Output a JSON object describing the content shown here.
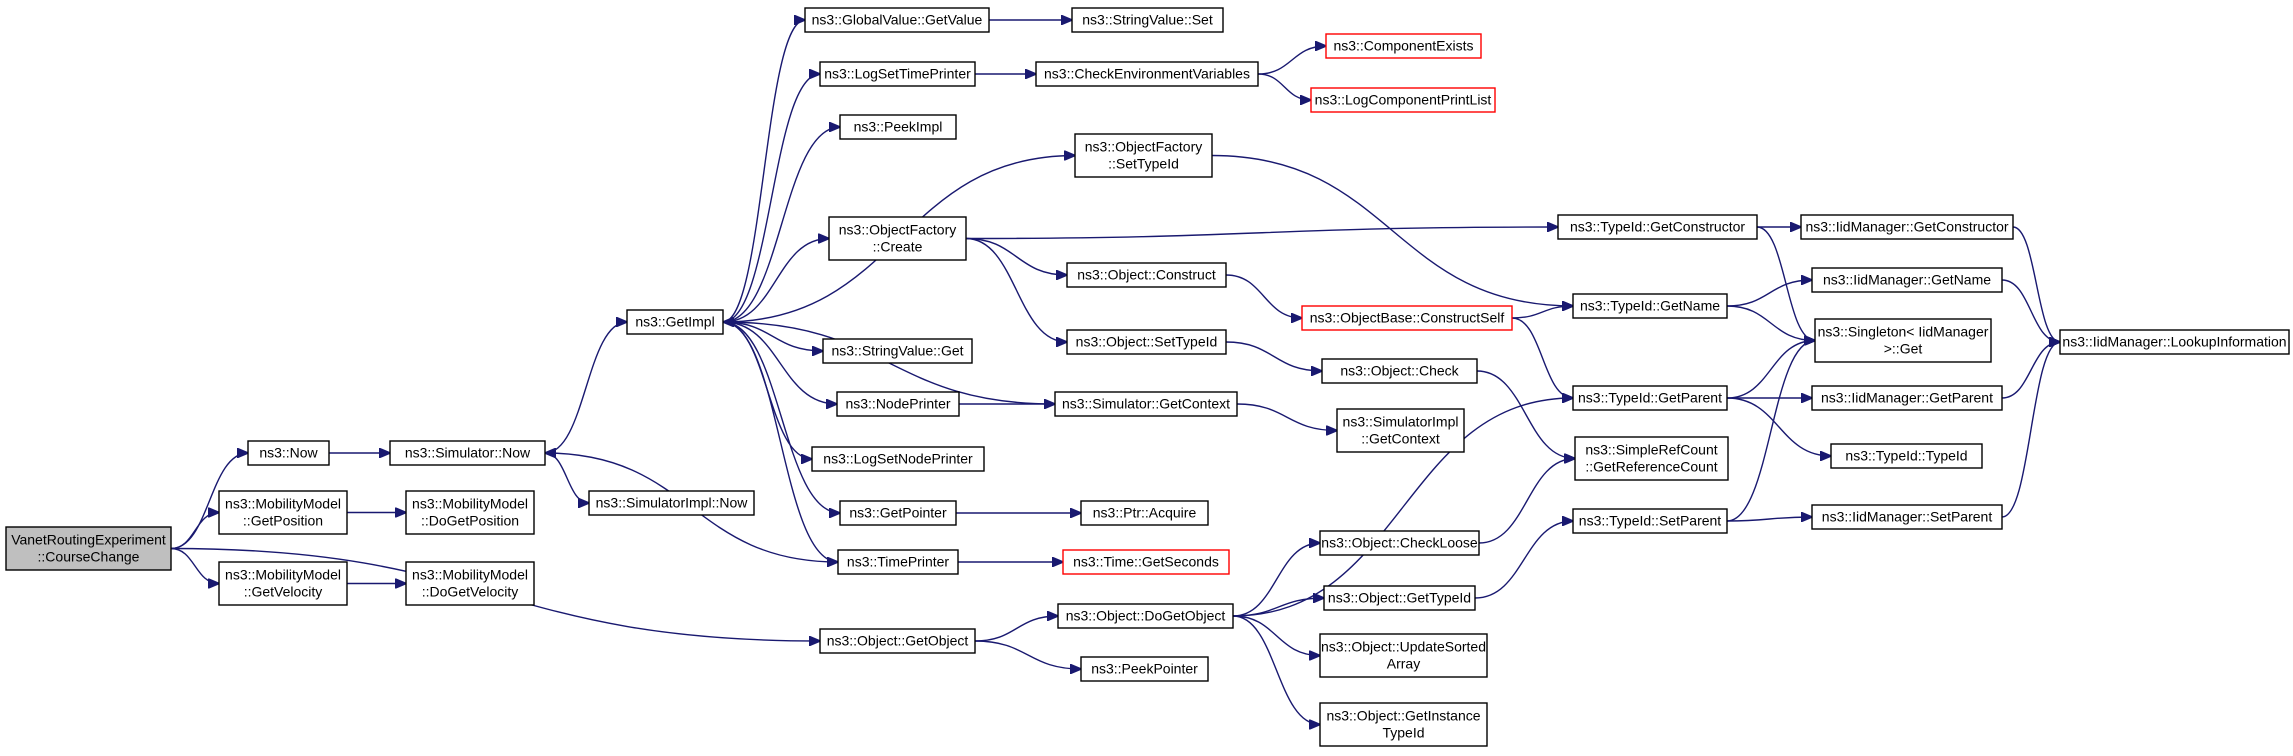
{
  "colors": {
    "edge": "#191970",
    "root_fill": "#bfbfbf",
    "truncated_border": "#ff0000",
    "node_border": "#000000"
  },
  "nodes": [
    {
      "id": "root",
      "lines": [
        "VanetRoutingExperiment",
        "::CourseChange"
      ],
      "style": "root"
    },
    {
      "id": "now",
      "lines": [
        "ns3::Now"
      ],
      "style": "normal"
    },
    {
      "id": "getposition",
      "lines": [
        "ns3::MobilityModel",
        "::GetPosition"
      ],
      "style": "normal"
    },
    {
      "id": "getvelocity",
      "lines": [
        "ns3::MobilityModel",
        "::GetVelocity"
      ],
      "style": "normal"
    },
    {
      "id": "simnow",
      "lines": [
        "ns3::Simulator::Now"
      ],
      "style": "normal"
    },
    {
      "id": "dogetposition",
      "lines": [
        "ns3::MobilityModel",
        "::DoGetPosition"
      ],
      "style": "normal"
    },
    {
      "id": "dogetvelocity",
      "lines": [
        "ns3::MobilityModel",
        "::DoGetVelocity"
      ],
      "style": "normal"
    },
    {
      "id": "getimpl",
      "lines": [
        "ns3::GetImpl"
      ],
      "style": "normal"
    },
    {
      "id": "simimplnow",
      "lines": [
        "ns3::SimulatorImpl::Now"
      ],
      "style": "normal"
    },
    {
      "id": "globalgetvalue",
      "lines": [
        "ns3::GlobalValue::GetValue"
      ],
      "style": "normal"
    },
    {
      "id": "logsettimeprinter",
      "lines": [
        "ns3::LogSetTimePrinter"
      ],
      "style": "normal"
    },
    {
      "id": "peekimpl",
      "lines": [
        "ns3::PeekImpl"
      ],
      "style": "normal"
    },
    {
      "id": "ofcreate",
      "lines": [
        "ns3::ObjectFactory",
        "::Create"
      ],
      "style": "normal"
    },
    {
      "id": "stringget",
      "lines": [
        "ns3::StringValue::Get"
      ],
      "style": "normal"
    },
    {
      "id": "nodeprinter",
      "lines": [
        "ns3::NodePrinter"
      ],
      "style": "normal"
    },
    {
      "id": "logsetnodeprinter",
      "lines": [
        "ns3::LogSetNodePrinter"
      ],
      "style": "normal"
    },
    {
      "id": "getpointer",
      "lines": [
        "ns3::GetPointer"
      ],
      "style": "normal"
    },
    {
      "id": "timeprinter",
      "lines": [
        "ns3::TimePrinter"
      ],
      "style": "normal"
    },
    {
      "id": "objgetobject",
      "lines": [
        "ns3::Object::GetObject"
      ],
      "style": "normal"
    },
    {
      "id": "stringset",
      "lines": [
        "ns3::StringValue::Set"
      ],
      "style": "normal"
    },
    {
      "id": "checkenv",
      "lines": [
        "ns3::CheckEnvironmentVariables"
      ],
      "style": "normal"
    },
    {
      "id": "ofsettypeid",
      "lines": [
        "ns3::ObjectFactory",
        "::SetTypeId"
      ],
      "style": "normal"
    },
    {
      "id": "objconstruct",
      "lines": [
        "ns3::Object::Construct"
      ],
      "style": "normal"
    },
    {
      "id": "objsettypeid",
      "lines": [
        "ns3::Object::SetTypeId"
      ],
      "style": "normal"
    },
    {
      "id": "simgetcontext",
      "lines": [
        "ns3::Simulator::GetContext"
      ],
      "style": "normal"
    },
    {
      "id": "ptracquire",
      "lines": [
        "ns3::Ptr::Acquire"
      ],
      "style": "normal"
    },
    {
      "id": "timegetseconds",
      "lines": [
        "ns3::Time::GetSeconds"
      ],
      "style": "truncated"
    },
    {
      "id": "dogetobject",
      "lines": [
        "ns3::Object::DoGetObject"
      ],
      "style": "normal"
    },
    {
      "id": "peekpointer",
      "lines": [
        "ns3::PeekPointer"
      ],
      "style": "normal"
    },
    {
      "id": "componentexists",
      "lines": [
        "ns3::ComponentExists"
      ],
      "style": "truncated"
    },
    {
      "id": "logcompprintlist",
      "lines": [
        "ns3::LogComponentPrintList"
      ],
      "style": "truncated"
    },
    {
      "id": "constructself",
      "lines": [
        "ns3::ObjectBase::ConstructSelf"
      ],
      "style": "truncated"
    },
    {
      "id": "objcheck",
      "lines": [
        "ns3::Object::Check"
      ],
      "style": "normal"
    },
    {
      "id": "simimplgetcontext",
      "lines": [
        "ns3::SimulatorImpl",
        "::GetContext"
      ],
      "style": "normal"
    },
    {
      "id": "checkloose",
      "lines": [
        "ns3::Object::CheckLoose"
      ],
      "style": "normal"
    },
    {
      "id": "objgettypeid",
      "lines": [
        "ns3::Object::GetTypeId"
      ],
      "style": "normal"
    },
    {
      "id": "updatesorted",
      "lines": [
        "ns3::Object::UpdateSorted",
        "Array"
      ],
      "style": "normal"
    },
    {
      "id": "getinstancetypeid",
      "lines": [
        "ns3::Object::GetInstance",
        "TypeId"
      ],
      "style": "normal"
    },
    {
      "id": "tidgetconstructor",
      "lines": [
        "ns3::TypeId::GetConstructor"
      ],
      "style": "normal"
    },
    {
      "id": "tidgetname",
      "lines": [
        "ns3::TypeId::GetName"
      ],
      "style": "normal"
    },
    {
      "id": "tidgetparent",
      "lines": [
        "ns3::TypeId::GetParent"
      ],
      "style": "normal"
    },
    {
      "id": "getrefcount",
      "lines": [
        "ns3::SimpleRefCount",
        "::GetReferenceCount"
      ],
      "style": "normal"
    },
    {
      "id": "tidsetparent",
      "lines": [
        "ns3::TypeId::SetParent"
      ],
      "style": "normal"
    },
    {
      "id": "iidgetconstructor",
      "lines": [
        "ns3::IidManager::GetConstructor"
      ],
      "style": "normal"
    },
    {
      "id": "iidgetname",
      "lines": [
        "ns3::IidManager::GetName"
      ],
      "style": "normal"
    },
    {
      "id": "singletonget",
      "lines": [
        "ns3::Singleton< IidManager",
        " >::Get"
      ],
      "style": "normal"
    },
    {
      "id": "iidgetparent",
      "lines": [
        "ns3::IidManager::GetParent"
      ],
      "style": "normal"
    },
    {
      "id": "tidtypeid",
      "lines": [
        "ns3::TypeId::TypeId"
      ],
      "style": "normal"
    },
    {
      "id": "iidsetparent",
      "lines": [
        "ns3::IidManager::SetParent"
      ],
      "style": "normal"
    },
    {
      "id": "lookupinfo",
      "lines": [
        "ns3::IidManager::LookupInformation"
      ],
      "style": "normal"
    }
  ],
  "edges": [
    [
      "root",
      "now"
    ],
    [
      "root",
      "getposition"
    ],
    [
      "root",
      "getvelocity"
    ],
    [
      "root",
      "objgetobject"
    ],
    [
      "now",
      "simnow"
    ],
    [
      "getposition",
      "dogetposition"
    ],
    [
      "getvelocity",
      "dogetvelocity"
    ],
    [
      "simnow",
      "getimpl"
    ],
    [
      "simnow",
      "simimplnow"
    ],
    [
      "getimpl",
      "globalgetvalue"
    ],
    [
      "getimpl",
      "logsettimeprinter"
    ],
    [
      "getimpl",
      "peekimpl"
    ],
    [
      "getimpl",
      "ofsettypeid"
    ],
    [
      "getimpl",
      "ofcreate"
    ],
    [
      "getimpl",
      "stringget"
    ],
    [
      "getimpl",
      "nodeprinter"
    ],
    [
      "getimpl",
      "logsetnodeprinter"
    ],
    [
      "getimpl",
      "getpointer"
    ],
    [
      "getimpl",
      "timeprinter"
    ],
    [
      "globalgetvalue",
      "stringset"
    ],
    [
      "logsettimeprinter",
      "checkenv"
    ],
    [
      "checkenv",
      "componentexists"
    ],
    [
      "checkenv",
      "logcompprintlist"
    ],
    [
      "ofsettypeid",
      "tidgetname"
    ],
    [
      "ofcreate",
      "tidgetconstructor"
    ],
    [
      "ofcreate",
      "objconstruct"
    ],
    [
      "ofcreate",
      "objsettypeid"
    ],
    [
      "objconstruct",
      "constructself"
    ],
    [
      "objsettypeid",
      "objcheck"
    ],
    [
      "nodeprinter",
      "simgetcontext"
    ],
    [
      "simgetcontext",
      "getimpl"
    ],
    [
      "simgetcontext",
      "simimplgetcontext"
    ],
    [
      "getpointer",
      "ptracquire"
    ],
    [
      "timeprinter",
      "simnow"
    ],
    [
      "timeprinter",
      "timegetseconds"
    ],
    [
      "objgetobject",
      "dogetobject"
    ],
    [
      "objgetobject",
      "peekpointer"
    ],
    [
      "dogetobject",
      "tidgetparent"
    ],
    [
      "dogetobject",
      "checkloose"
    ],
    [
      "dogetobject",
      "objgettypeid"
    ],
    [
      "dogetobject",
      "updatesorted"
    ],
    [
      "dogetobject",
      "getinstancetypeid"
    ],
    [
      "objcheck",
      "getrefcount"
    ],
    [
      "checkloose",
      "getrefcount"
    ],
    [
      "objgettypeid",
      "tidsetparent"
    ],
    [
      "constructself",
      "tidgetname"
    ],
    [
      "constructself",
      "tidgetparent"
    ],
    [
      "tidgetconstructor",
      "iidgetconstructor"
    ],
    [
      "tidgetconstructor",
      "singletonget"
    ],
    [
      "tidgetname",
      "iidgetname"
    ],
    [
      "tidgetname",
      "singletonget"
    ],
    [
      "tidgetparent",
      "singletonget"
    ],
    [
      "tidgetparent",
      "iidgetparent"
    ],
    [
      "tidgetparent",
      "tidtypeid"
    ],
    [
      "tidsetparent",
      "singletonget"
    ],
    [
      "tidsetparent",
      "iidsetparent"
    ],
    [
      "iidgetconstructor",
      "lookupinfo"
    ],
    [
      "iidgetname",
      "lookupinfo"
    ],
    [
      "iidgetparent",
      "lookupinfo"
    ],
    [
      "iidsetparent",
      "lookupinfo"
    ]
  ]
}
